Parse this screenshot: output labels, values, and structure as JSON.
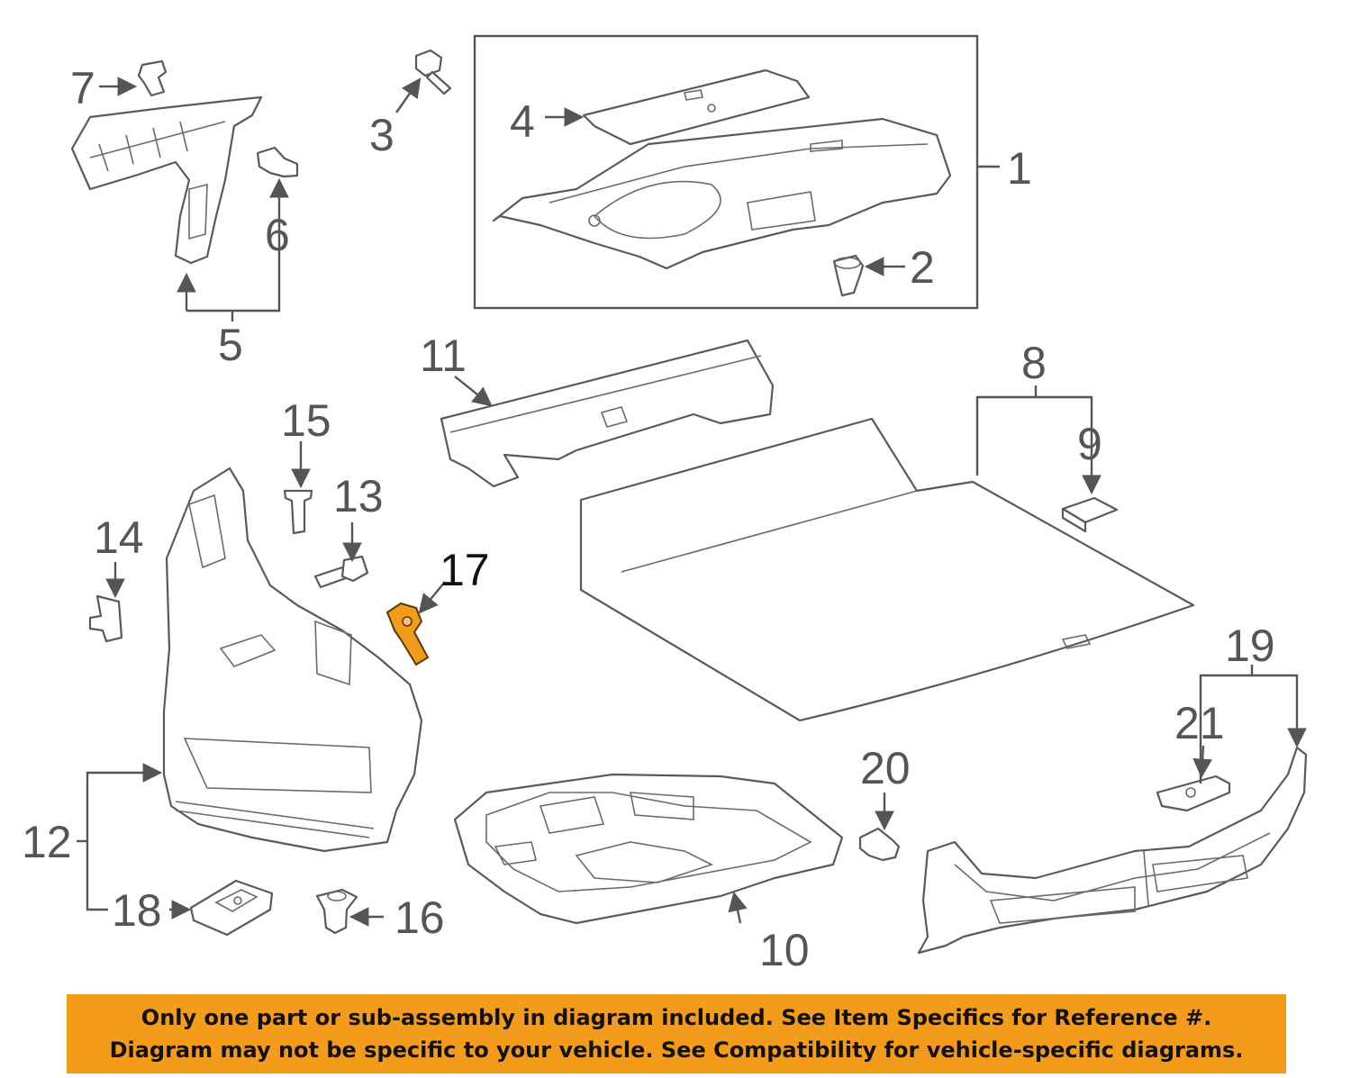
{
  "callouts": {
    "c1": "1",
    "c2": "2",
    "c3": "3",
    "c4": "4",
    "c5": "5",
    "c6": "6",
    "c7": "7",
    "c8": "8",
    "c9": "9",
    "c10": "10",
    "c11": "11",
    "c12": "12",
    "c13": "13",
    "c14": "14",
    "c15": "15",
    "c16": "16",
    "c17": "17",
    "c18": "18",
    "c19": "19",
    "c20": "20",
    "c21": "21"
  },
  "highlight": {
    "part": "17",
    "color": "#f39c1b"
  },
  "banner": {
    "color": "#f39c1b",
    "line1": "Only one part or sub-assembly in diagram included. See Item Specifics for Reference #.",
    "line2": "Diagram may not be specific to your vehicle. See Compatibility for vehicle-specific diagrams."
  }
}
